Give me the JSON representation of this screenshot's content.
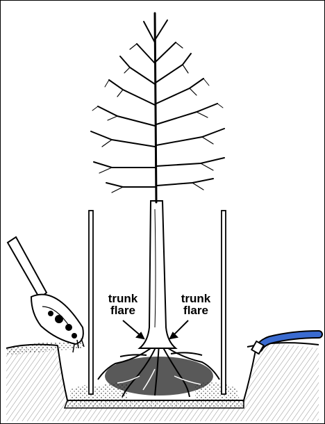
{
  "figure": {
    "labels": {
      "left": {
        "line1": "trunk",
        "line2": "flare"
      },
      "right": {
        "line1": "trunk",
        "line2": "flare"
      }
    },
    "colors": {
      "ink": "#000000",
      "paper": "#ffffff",
      "hose": "#3a6bd0"
    },
    "elements": [
      "bare-tree",
      "root-ball",
      "stake-left",
      "stake-right",
      "shovel",
      "garden-hose",
      "planting-hole",
      "soil-stipple"
    ]
  }
}
